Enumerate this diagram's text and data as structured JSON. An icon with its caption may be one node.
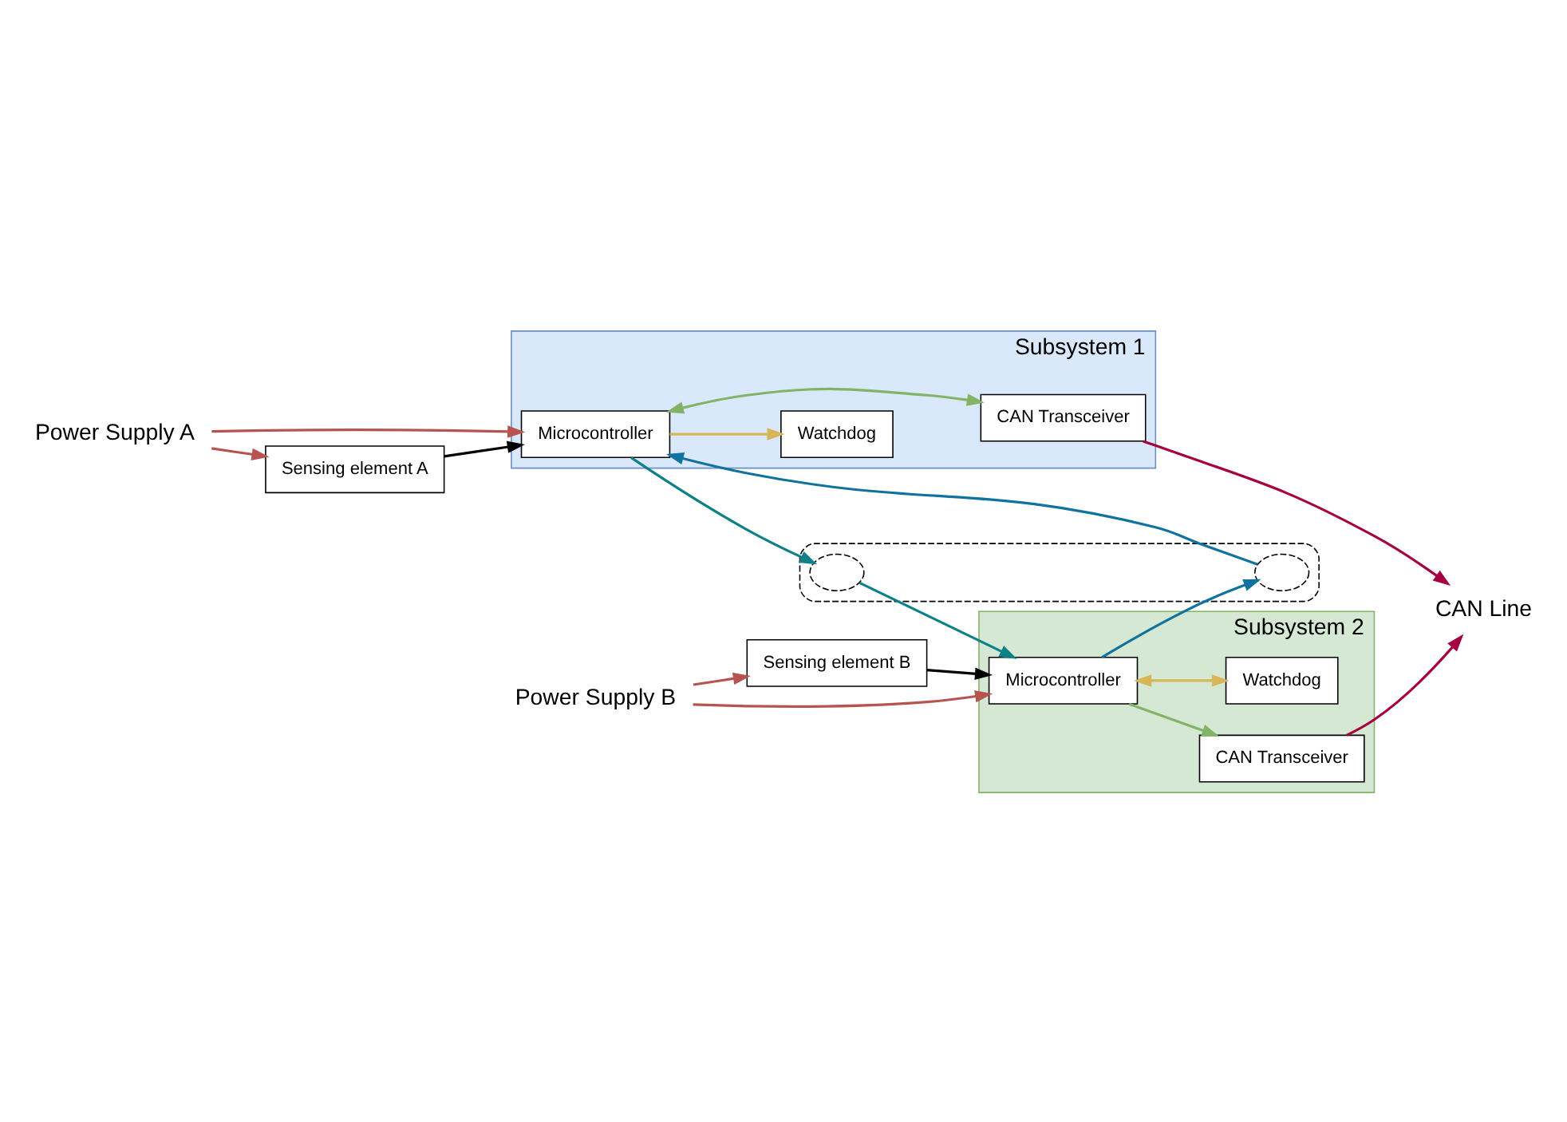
{
  "diagram": {
    "nodes": [
      {
        "text": [
          "Subsystem 1"
        ]
      },
      {
        "text": [
          "Microcontroller"
        ],
        "in": 0
      },
      {
        "text": [
          "Watchdog"
        ],
        "in": 0
      },
      {
        "text": [
          "CAN Transceiver"
        ],
        "in": 0
      },
      {
        "text": [
          "Subsystem 2"
        ]
      },
      {
        "text": [
          "Microcontroller"
        ],
        "in": 4
      },
      {
        "text": [
          "CAN Transceiver"
        ],
        "in": 4
      },
      {
        "text": [
          "Watchdog"
        ],
        "in": 4
      },
      {
        "text": [
          "Sensing element A"
        ]
      },
      {
        "text": [
          "Sensing element B"
        ]
      },
      {
        "text": [
          "Power Supply A"
        ]
      },
      {
        "text": [
          "Power Supply B"
        ]
      },
      {
        "text": [
          "CAN Line"
        ]
      },
      {
        "text": [],
        "shape": "box"
      },
      {
        "text": [],
        "shape": "ellipse",
        "in": 13
      },
      {
        "text": [],
        "shape": "ellipse",
        "in": 13
      }
    ],
    "edges": [
      {
        "from": 10,
        "to": 8,
        "arrow": "to",
        "color": "#b85450"
      },
      {
        "from": 10,
        "to": 1,
        "arrow": "to",
        "color": "#b85450"
      },
      {
        "from": 8,
        "to": 1,
        "arrow": "to",
        "color": "#000000"
      },
      {
        "from": 1,
        "to": 2,
        "arrow": "to",
        "color": "#d6b656"
      },
      {
        "from": 1,
        "to": 3,
        "arrow": "both",
        "color": "#82b366"
      },
      {
        "from": 1,
        "to": 14,
        "arrow": "to",
        "color": "#0e8088"
      },
      {
        "from": 14,
        "to": 5,
        "arrow": "to",
        "color": "#0e8088"
      },
      {
        "from": 5,
        "to": 15,
        "arrow": "to",
        "color": "#10739e"
      },
      {
        "from": 15,
        "to": 1,
        "arrow": "to",
        "color": "#10739e"
      },
      {
        "from": 9,
        "to": 5,
        "arrow": "to",
        "color": "#000000"
      },
      {
        "from": 5,
        "to": 6,
        "arrow": "to",
        "color": "#82b366"
      },
      {
        "from": 5,
        "to": 7,
        "arrow": "both",
        "color": "#d6b656"
      },
      {
        "from": 11,
        "to": 9,
        "arrow": "to",
        "color": "#b85450"
      },
      {
        "from": 11,
        "to": 5,
        "arrow": "to",
        "color": "#b85450"
      },
      {
        "from": 3,
        "to": 12,
        "arrow": "to",
        "color": "#a50040"
      },
      {
        "from": 6,
        "to": 12,
        "arrow": "to",
        "color": "#a50040"
      }
    ]
  }
}
